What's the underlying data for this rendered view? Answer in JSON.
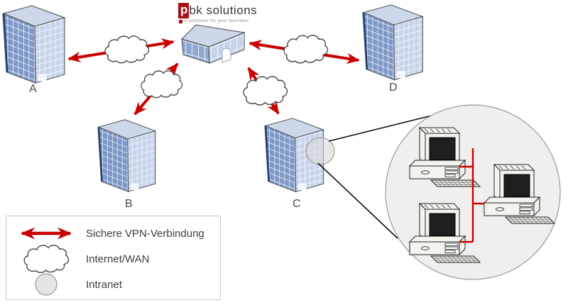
{
  "logo": {
    "mark": "p",
    "name": "bk solutions",
    "tagline": "it-solutions for your business"
  },
  "nodes": {
    "a": "A",
    "b": "B",
    "c": "C",
    "d": "D"
  },
  "legend": {
    "items": [
      {
        "icon": "vpn-arrow-icon",
        "label": "Sichere VPN-Verbindung"
      },
      {
        "icon": "cloud-icon",
        "label": "Internet/WAN"
      },
      {
        "icon": "intranet-circle-icon",
        "label": "Intranet"
      }
    ]
  },
  "colors": {
    "vpn_red": "#c80000",
    "lan_red": "#cc0000",
    "building_face_dark": "#7d98c8",
    "building_face_light": "#c6d4eb",
    "building_top": "#ccd7ea",
    "building_edge_navy": "#26416e",
    "cloud_outline": "#4a4a4a",
    "intranet_fill": "#e4e4e4",
    "detail_circle_fill": "#efefef",
    "logo_red": "#a51217"
  }
}
